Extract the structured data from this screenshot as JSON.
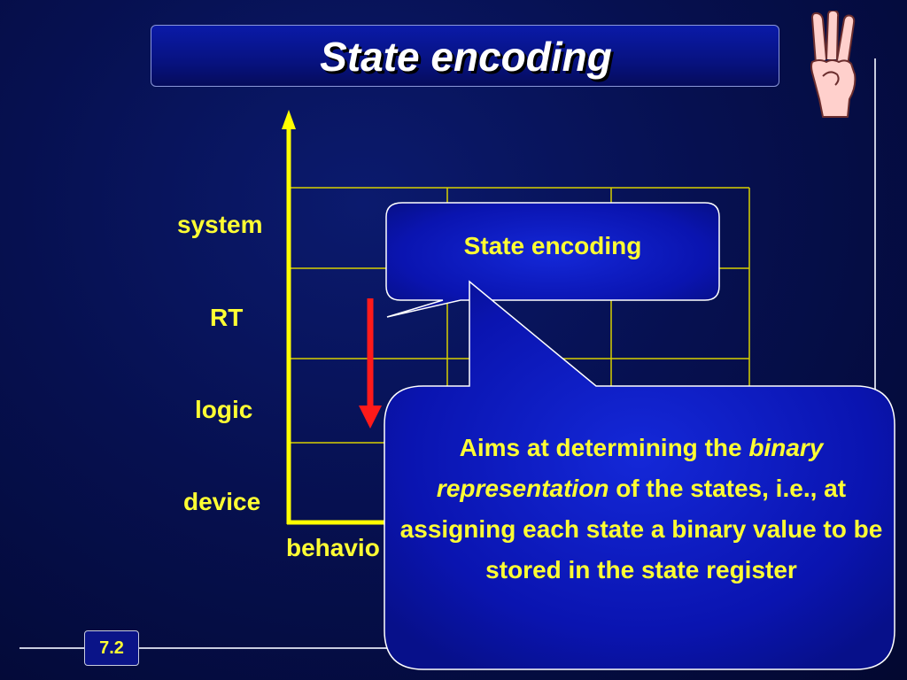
{
  "slide": {
    "title": "State encoding",
    "page_number": "7.2"
  },
  "axis": {
    "levels": [
      "system",
      "RT",
      "logic",
      "device"
    ],
    "x_label_visible": "behavio"
  },
  "callouts": {
    "small": {
      "text": "State encoding"
    },
    "large": {
      "part1": "Aims at determining the ",
      "italic1": "binary representation",
      "part2": " of the states, i.e., at assigning each state a binary value to be stored in the state register"
    }
  },
  "colors": {
    "background": "#061050",
    "axis": "#ffff00",
    "grid": "#d8d000",
    "text_accent": "#ffff33",
    "arrow": "#ff1a1a",
    "bubble_fill": "#0a14b0"
  },
  "icons": {
    "hand": "three-fingers-hand-icon"
  }
}
